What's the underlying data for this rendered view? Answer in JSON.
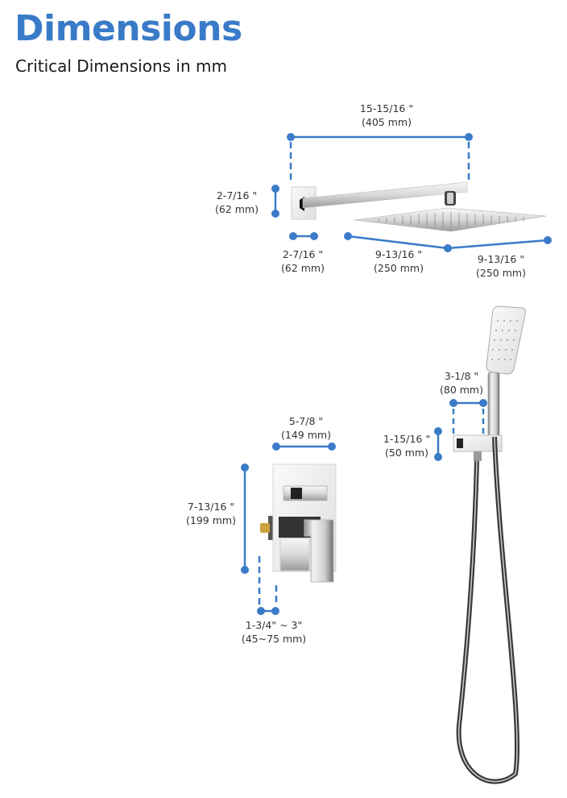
{
  "header": {
    "title": "Dimensions",
    "subtitle": "Critical Dimensions in mm"
  },
  "accent_color": "#3a7bc8",
  "rain_shower": {
    "arm_length": {
      "inch": "15-15/16 \"",
      "mm": "(405 mm)"
    },
    "flange_height": {
      "inch": "2-7/16 \"",
      "mm": "(62 mm)"
    },
    "flange_width": {
      "inch": "2-7/16 \"",
      "mm": "(62 mm)"
    },
    "head_depth": {
      "inch": "9-13/16 \"",
      "mm": "(250 mm)"
    },
    "head_width": {
      "inch": "9-13/16 \"",
      "mm": "(250 mm)"
    }
  },
  "valve": {
    "plate_width": {
      "inch": "5-7/8 \"",
      "mm": "(149 mm)"
    },
    "plate_height": {
      "inch": "7-13/16 \"",
      "mm": "(199 mm)"
    },
    "wall_depth": {
      "inch": "1-3/4\" ~ 3\"",
      "mm": "(45~75 mm)"
    }
  },
  "hand_shower": {
    "holder_width": {
      "inch": "3-1/8 \"",
      "mm": "(80 mm)"
    },
    "holder_height": {
      "inch": "1-15/16 \"",
      "mm": "(50 mm)"
    }
  }
}
